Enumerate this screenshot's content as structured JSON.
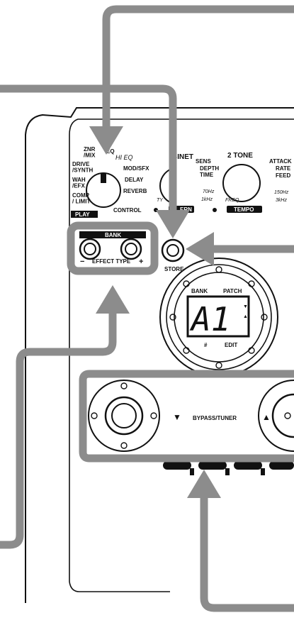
{
  "selector_labels": {
    "znr_mix": "ZNR\n/MIX",
    "eq": "EQ",
    "hi_eq": "HI EQ",
    "mod_sfx": "MOD/SFX",
    "drive_synth": "DRIVE\n/SYNTH",
    "delay": "DELAY",
    "wah_efx": "WAH\n/EFX",
    "reverb": "REVERB",
    "comp_limit": "COMP\n/ LIMIT",
    "control": "CONTROL",
    "play": "PLAY"
  },
  "knob_labels": {
    "cabinet": "BINET",
    "sens": "SENS",
    "depth": "DEPTH",
    "time": "TIME",
    "freq_70": "70Hz",
    "freq_1k": "1kHz",
    "pattern": "ERN",
    "ty": "TY",
    "two_tone": "2 TONE",
    "attack": "ATTACK",
    "rate": "RATE",
    "feed": "FEED",
    "freq": "FREQ",
    "freq_150": "150Hz",
    "freq_3k": "3kHz",
    "tempo": "TEMPO"
  },
  "buttons": {
    "bank": "BANK",
    "minus": "−",
    "effect_type": "EFFECT TYPE",
    "plus": "+",
    "store": "STORE"
  },
  "display": {
    "bank": "BANK",
    "patch": "PATCH",
    "readout": "A1",
    "hash": "#",
    "edit": "EDIT"
  },
  "footswitch": {
    "down_arrow": "▼",
    "bypass_tuner": "BYPASS/TUNER",
    "up_arrow": "▲"
  },
  "colors": {
    "callout_gray": "#8c8c8c",
    "outline": "#111111",
    "panel": "#ffffff"
  }
}
